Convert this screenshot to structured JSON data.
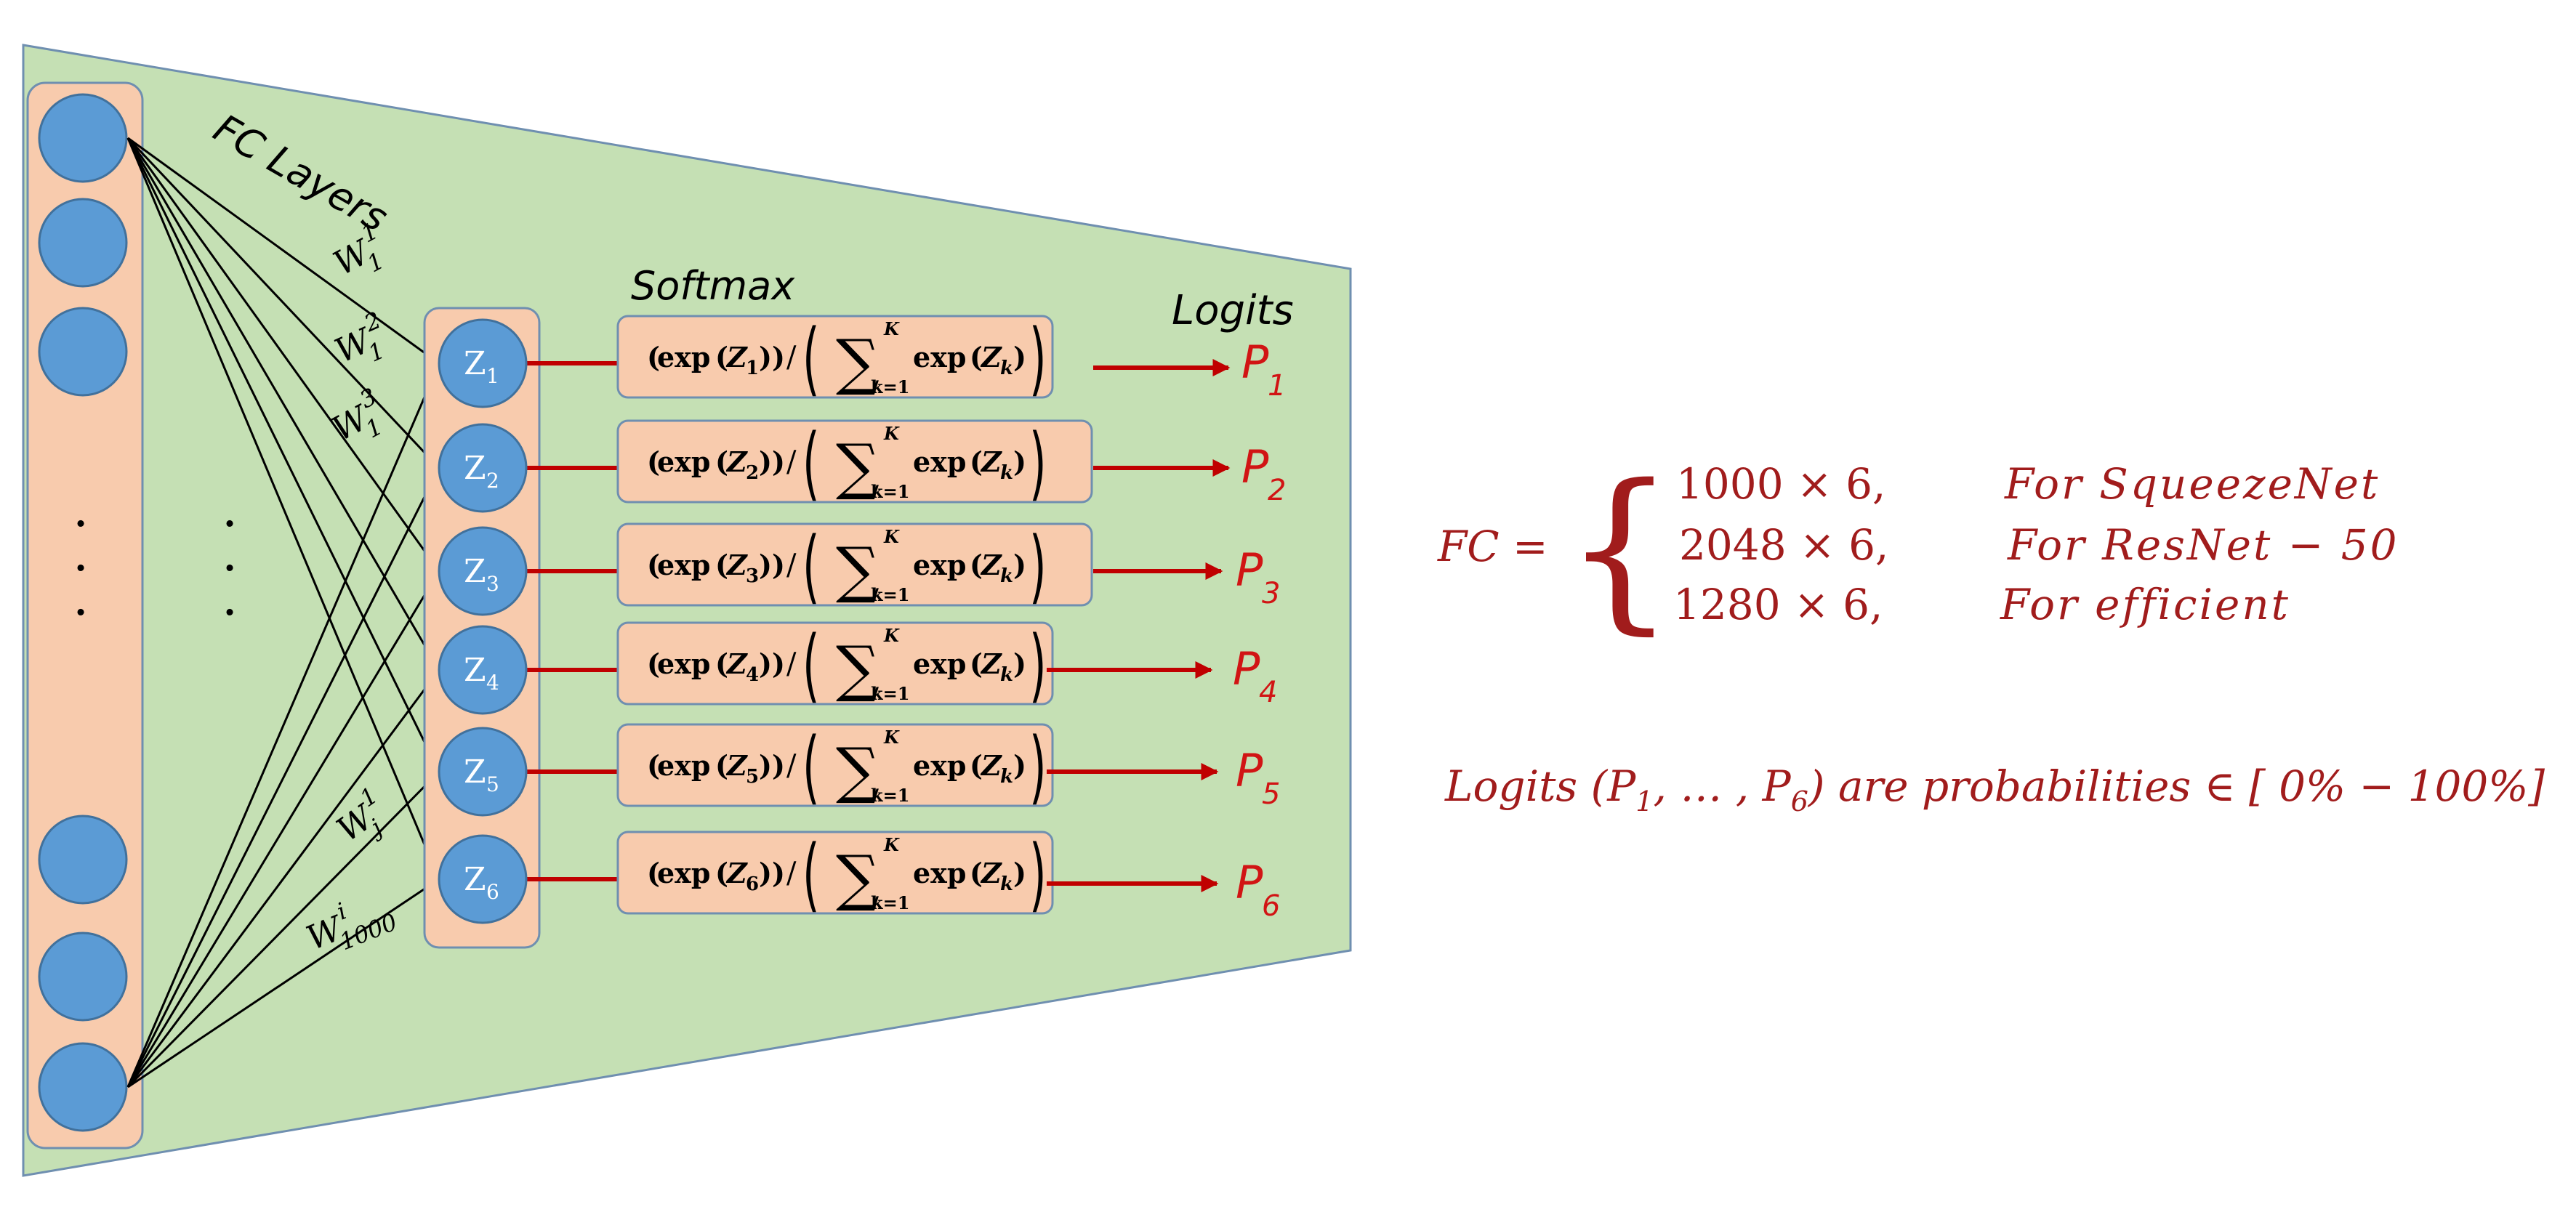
{
  "labels": {
    "fc_layers": "FC Layers",
    "softmax": "Softmax",
    "logits": "Logits"
  },
  "weights": {
    "w1_1": {
      "base": "W",
      "sub": "1",
      "sup": "1"
    },
    "w1_2": {
      "base": "W",
      "sub": "1",
      "sup": "2"
    },
    "w1_3": {
      "base": "W",
      "sub": "1",
      "sup": "3"
    },
    "wj_1": {
      "base": "W",
      "sub": "j",
      "sup": "1"
    },
    "w1000_i": {
      "base": "W",
      "sub": "1000",
      "sup": "i"
    }
  },
  "ellipsis": "·",
  "nodes": [
    {
      "base": "Z",
      "sub": "1"
    },
    {
      "base": "Z",
      "sub": "2"
    },
    {
      "base": "Z",
      "sub": "3"
    },
    {
      "base": "Z",
      "sub": "4"
    },
    {
      "base": "Z",
      "sub": "5"
    },
    {
      "base": "Z",
      "sub": "6"
    }
  ],
  "softmax_formula": {
    "exp": "exp",
    "z": "Z",
    "k_sub": "k",
    "k_equals_1": "k=1",
    "upper": "K",
    "sigma": "∑"
  },
  "outputs": [
    {
      "base": "P",
      "sub": "1"
    },
    {
      "base": "P",
      "sub": "2"
    },
    {
      "base": "P",
      "sub": "3"
    },
    {
      "base": "P",
      "sub": "4"
    },
    {
      "base": "P",
      "sub": "5"
    },
    {
      "base": "P",
      "sub": "6"
    }
  ],
  "fc_equation": {
    "lhs": "FC =",
    "brace": "{",
    "rows": [
      {
        "value": "1000  × 6,",
        "model": "For SqueezeNet"
      },
      {
        "value": "2048  × 6,",
        "model": "For ResNet − 50"
      },
      {
        "value": "1280  × 6,",
        "model": "For efficient"
      }
    ]
  },
  "logits_note": {
    "prefix": "Logits (",
    "p1_base": "P",
    "p1_sub": "1",
    "middle": ", … , ",
    "p6_base": "P",
    "p6_sub": "6",
    "suffix": ") are probabilities ∈ [ 0%  − 100%]"
  },
  "colors": {
    "panel_green": "#c5e0b4",
    "column_peach": "#f8cbad",
    "node_blue": "#5b9bd5",
    "arrow_red": "#c00000",
    "text_darkred": "#a11c1c",
    "label_red": "#d11414"
  }
}
